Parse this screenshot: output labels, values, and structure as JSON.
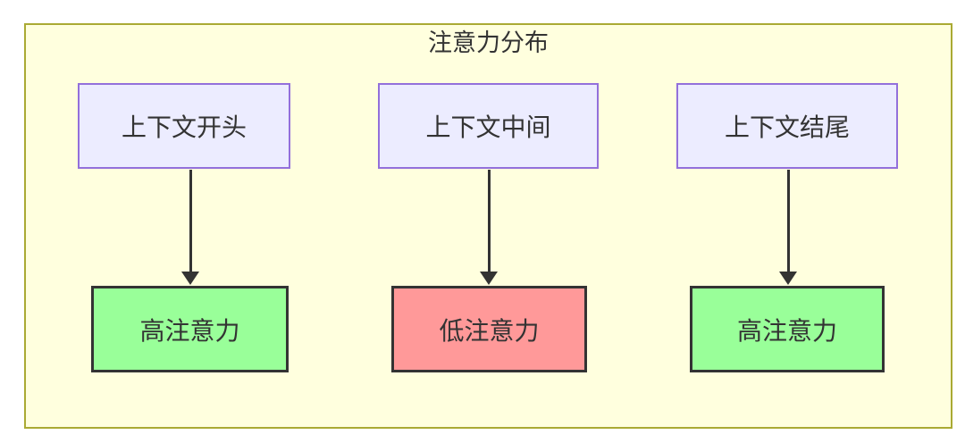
{
  "diagram": {
    "title": "注意力分布",
    "columns": [
      {
        "source": "上下文开头",
        "target": "高注意力",
        "target_level": "high"
      },
      {
        "source": "上下文中间",
        "target": "低注意力",
        "target_level": "low"
      },
      {
        "source": "上下文结尾",
        "target": "高注意力",
        "target_level": "high"
      }
    ],
    "colors": {
      "canvas_background": "#ffffff",
      "cluster_fill": "#ffffde",
      "cluster_border": "#aaaa33",
      "source_node_fill": "#ececff",
      "source_node_border": "#9370db",
      "high_attention_fill": "#99ff99",
      "low_attention_fill": "#ff9999",
      "target_node_border": "#333333",
      "edge_color": "#333333",
      "text_color": "#333333"
    }
  }
}
